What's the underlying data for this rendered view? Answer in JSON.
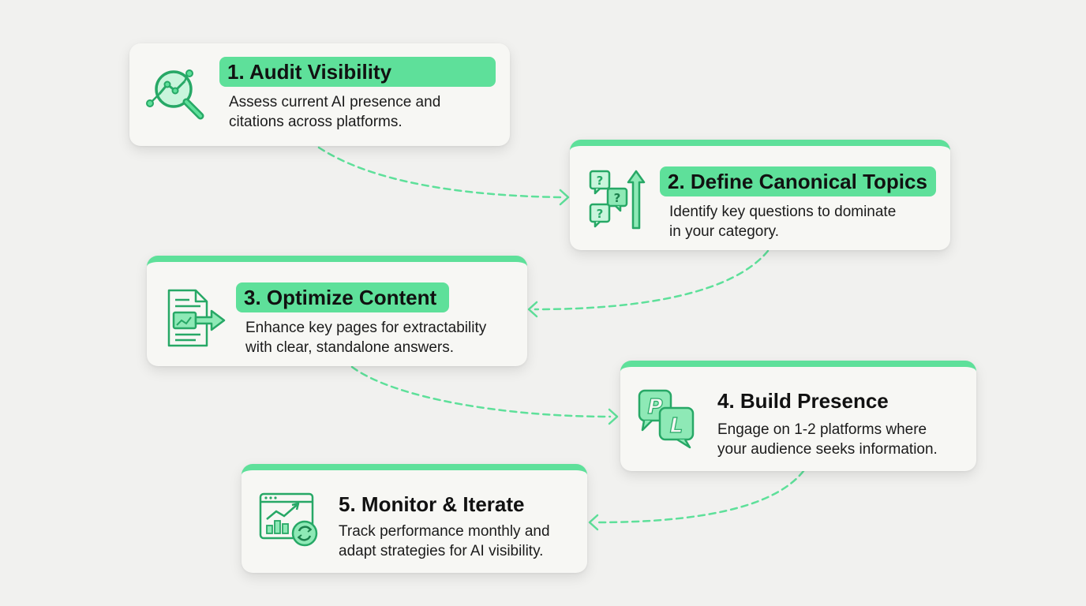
{
  "steps": [
    {
      "title": "1. Audit Visibility",
      "desc": "Assess current AI presence and\ncitations across platforms.",
      "icon": "magnifier-chart-icon"
    },
    {
      "title": "2. Define Canonical Topics",
      "desc": "Identify key questions to dominate\nin your category.",
      "icon": "question-bubbles-arrow-icon"
    },
    {
      "title": "3. Optimize Content",
      "desc": "Enhance key pages for extractability\nwith clear, standalone answers.",
      "icon": "document-arrow-icon"
    },
    {
      "title": "4. Build Presence",
      "desc": "Engage on 1-2 platforms where\nyour audience seeks information.",
      "icon": "platform-chat-bubbles-icon"
    },
    {
      "title": "5. Monitor & Iterate",
      "desc": "Track performance monthly and\nadapt strategies for AI visibility.",
      "icon": "analytics-dashboard-refresh-icon"
    }
  ],
  "colors": {
    "accent": "#5ee09a",
    "accent_dark": "#2fb36e",
    "icon_stroke": "#27a866",
    "card": "#f7f7f4",
    "background": "#f1f1ef"
  }
}
